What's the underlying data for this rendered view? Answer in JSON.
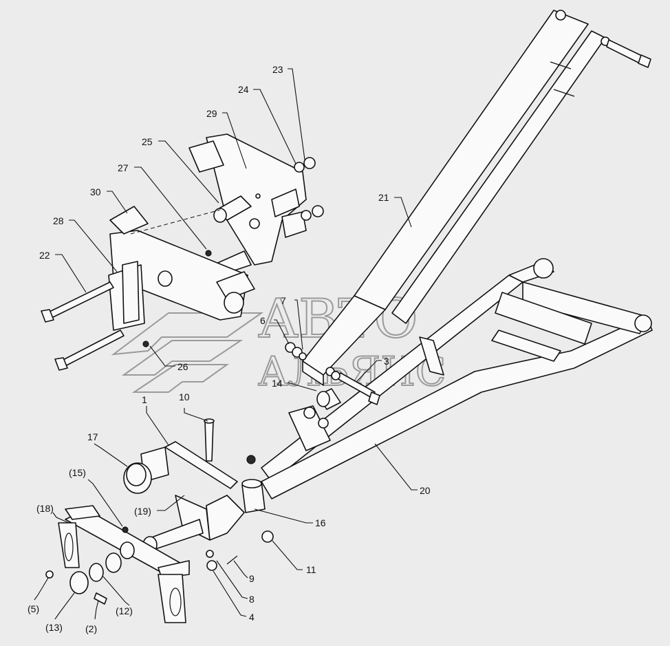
{
  "watermark": {
    "line1": "АВТО",
    "line2": "АЛЬЯНС"
  },
  "callouts": [
    {
      "id": "c23",
      "label": "23"
    },
    {
      "id": "c24",
      "label": "24"
    },
    {
      "id": "c29",
      "label": "29"
    },
    {
      "id": "c25",
      "label": "25"
    },
    {
      "id": "c27",
      "label": "27"
    },
    {
      "id": "c30",
      "label": "30"
    },
    {
      "id": "c28",
      "label": "28"
    },
    {
      "id": "c22",
      "label": "22"
    },
    {
      "id": "c21",
      "label": "21"
    },
    {
      "id": "c7",
      "label": "7"
    },
    {
      "id": "c6",
      "label": "6"
    },
    {
      "id": "c3",
      "label": "3"
    },
    {
      "id": "c14",
      "label": "14"
    },
    {
      "id": "c26",
      "label": "26"
    },
    {
      "id": "c1",
      "label": "1"
    },
    {
      "id": "c10",
      "label": "10"
    },
    {
      "id": "c17",
      "label": "17"
    },
    {
      "id": "c15",
      "label": "(15)"
    },
    {
      "id": "c19",
      "label": "(19)"
    },
    {
      "id": "c18",
      "label": "(18)"
    },
    {
      "id": "c20",
      "label": "20"
    },
    {
      "id": "c16",
      "label": "16"
    },
    {
      "id": "c11",
      "label": "11"
    },
    {
      "id": "c9",
      "label": "9"
    },
    {
      "id": "c8",
      "label": "8"
    },
    {
      "id": "c4",
      "label": "4"
    },
    {
      "id": "c5",
      "label": "(5)"
    },
    {
      "id": "c12",
      "label": "(12)"
    },
    {
      "id": "c13",
      "label": "(13)"
    },
    {
      "id": "c2",
      "label": "(2)"
    }
  ]
}
